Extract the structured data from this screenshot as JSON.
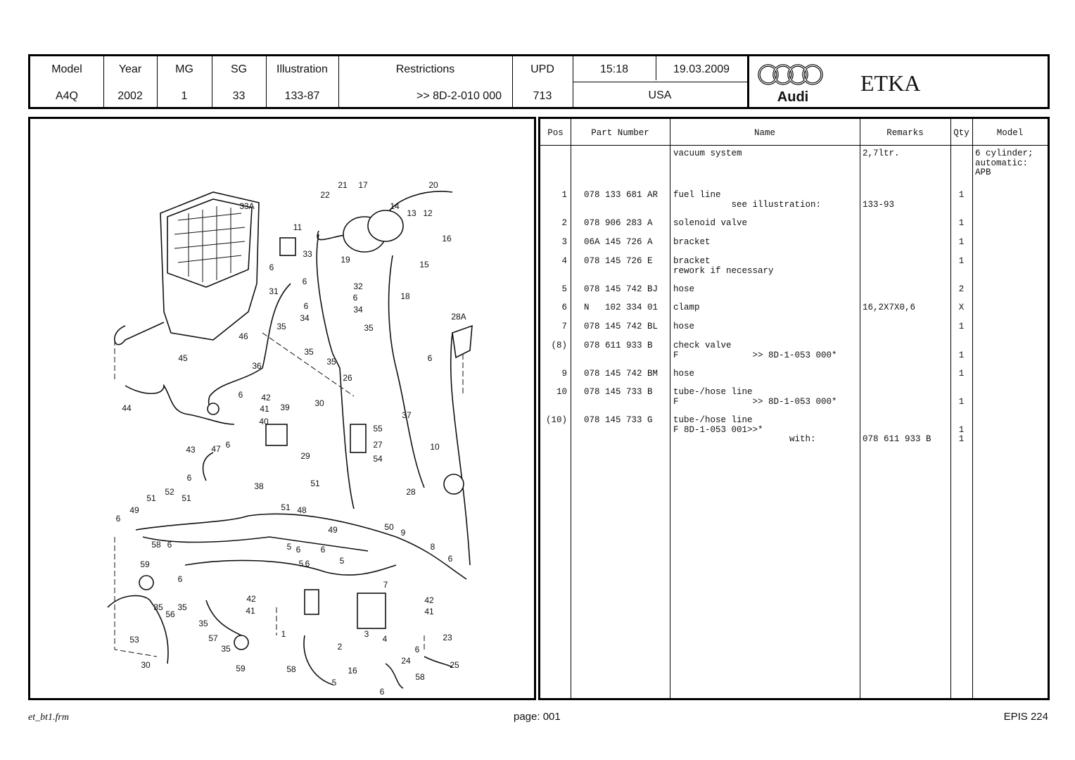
{
  "header": {
    "labels": {
      "model": "Model",
      "year": "Year",
      "mg": "MG",
      "sg": "SG",
      "illustration": "Illustration",
      "restrictions": "Restrictions",
      "upd": "UPD"
    },
    "values": {
      "model": "A4Q",
      "year": "2002",
      "mg": "1",
      "sg": "33",
      "illustration": "133-87",
      "restrictions": ">> 8D-2-010 000",
      "upd": "713"
    },
    "time": "15:18",
    "date": "19.03.2009",
    "country": "USA",
    "brand": "Audi",
    "system": "ETKA"
  },
  "table": {
    "columns": {
      "pos": "Pos",
      "part": "Part Number",
      "name": "Name",
      "remarks": "Remarks",
      "qty": "Qty",
      "model": "Model"
    },
    "intro": {
      "name": "vacuum system",
      "remarks": "2,7ltr.",
      "model": "6 cylinder;\nautomatic:\nAPB"
    },
    "rows": [
      {
        "pos": "1",
        "part": "078 133 681 AR",
        "name": "fuel line",
        "sub": "           see illustration:",
        "remarks": "\n133-93",
        "qty": "1"
      },
      {
        "pos": "2",
        "part": "078 906 283 A",
        "name": "solenoid valve",
        "remarks": "",
        "qty": "1"
      },
      {
        "pos": "3",
        "part": "06A 145 726 A",
        "name": "bracket",
        "remarks": "",
        "qty": "1"
      },
      {
        "pos": "4",
        "part": "078 145 726 E",
        "name": "bracket",
        "sub": "rework if necessary",
        "remarks": "",
        "qty": "1"
      },
      {
        "pos": "5",
        "part": "078 145 742 BJ",
        "name": "hose",
        "remarks": "",
        "qty": "2"
      },
      {
        "pos": "6",
        "part": "N   102 334 01",
        "name": "clamp",
        "remarks": "16,2X7X0,6",
        "qty": "X"
      },
      {
        "pos": "7",
        "part": "078 145 742 BL",
        "name": "hose",
        "remarks": "",
        "qty": "1"
      },
      {
        "pos": "(8)",
        "part": "078 611 933 B",
        "name": "check valve",
        "sub": "F              >> 8D-1-053 000*",
        "remarks": "",
        "qty": "\n1"
      },
      {
        "pos": "9",
        "part": "078 145 742 BM",
        "name": "hose",
        "remarks": "",
        "qty": "1"
      },
      {
        "pos": "10",
        "part": "078 145 733 B",
        "name": "tube-/hose line",
        "sub": "F              >> 8D-1-053 000*",
        "remarks": "",
        "qty": "\n1"
      },
      {
        "pos": "(10)",
        "part": "078 145 733 G",
        "name": "tube-/hose line",
        "sub": "F 8D-1-053 001>>*\n                      with:",
        "remarks": "\n\n078 611 933 B",
        "qty": "\n1\n1"
      }
    ]
  },
  "diagram": {
    "callouts": [
      "21",
      "17",
      "22",
      "20",
      "33A",
      "14",
      "13",
      "12",
      "11",
      "16",
      "33",
      "6",
      "19",
      "15",
      "6",
      "31",
      "32",
      "18",
      "6",
      "6",
      "34",
      "34",
      "35",
      "35",
      "46",
      "28A",
      "45",
      "35",
      "35",
      "6",
      "36",
      "26",
      "42",
      "41",
      "6",
      "39",
      "30",
      "44",
      "40",
      "37",
      "55",
      "27",
      "10",
      "43",
      "47",
      "6",
      "29",
      "54",
      "6",
      "38",
      "51",
      "52",
      "51",
      "51",
      "28",
      "49",
      "51",
      "48",
      "6",
      "50",
      "49",
      "9",
      "58",
      "6",
      "8",
      "5",
      "6",
      "6",
      "5",
      "6",
      "5",
      "59",
      "6",
      "7",
      "6",
      "42",
      "42",
      "41",
      "41",
      "35",
      "35",
      "56",
      "35",
      "1",
      "3",
      "4",
      "2",
      "6",
      "23",
      "57",
      "53",
      "35",
      "16",
      "24",
      "25",
      "30",
      "59",
      "58",
      "5",
      "58",
      "6"
    ]
  },
  "footer": {
    "form": "et_bt1.frm",
    "page": "page: 001",
    "epis": "EPIS 224"
  }
}
